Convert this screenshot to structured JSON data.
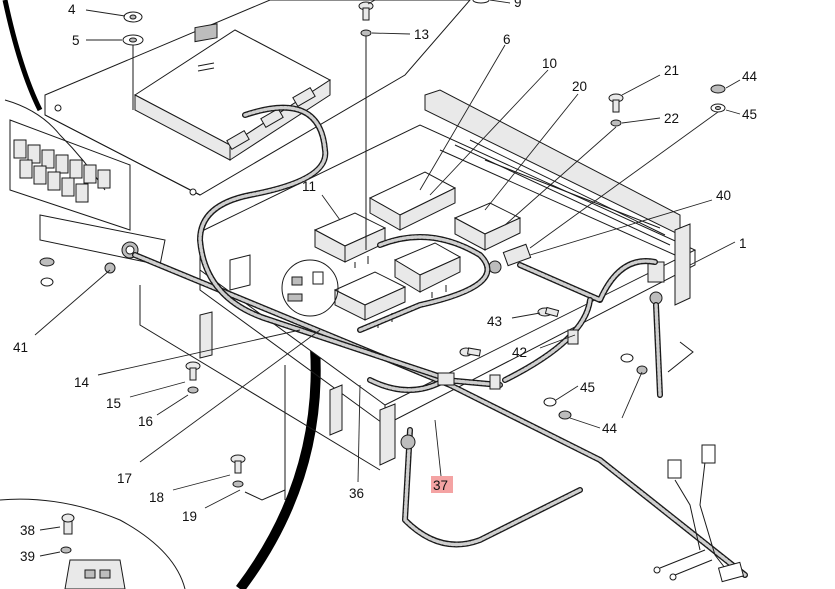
{
  "callouts": {
    "c4": "4",
    "c5": "5",
    "c9": "9",
    "c13": "13",
    "c6": "6",
    "c10": "10",
    "c20": "20",
    "c21": "21",
    "c22": "22",
    "c44a": "44",
    "c45a": "45",
    "c40": "40",
    "c1": "1",
    "c11": "11",
    "c43": "43",
    "c42": "42",
    "c45b": "45",
    "c44b": "44",
    "c41": "41",
    "c14": "14",
    "c15": "15",
    "c16": "16",
    "c17": "17",
    "c18": "18",
    "c19": "19",
    "c36": "36",
    "c37": "37",
    "c38": "38",
    "c39": "39"
  },
  "highlight": {
    "callout": "37",
    "color": "#f4a3a3"
  },
  "colors": {
    "line": "#1a1a1a",
    "harness": "#cfcfcf",
    "background": "#ffffff"
  }
}
